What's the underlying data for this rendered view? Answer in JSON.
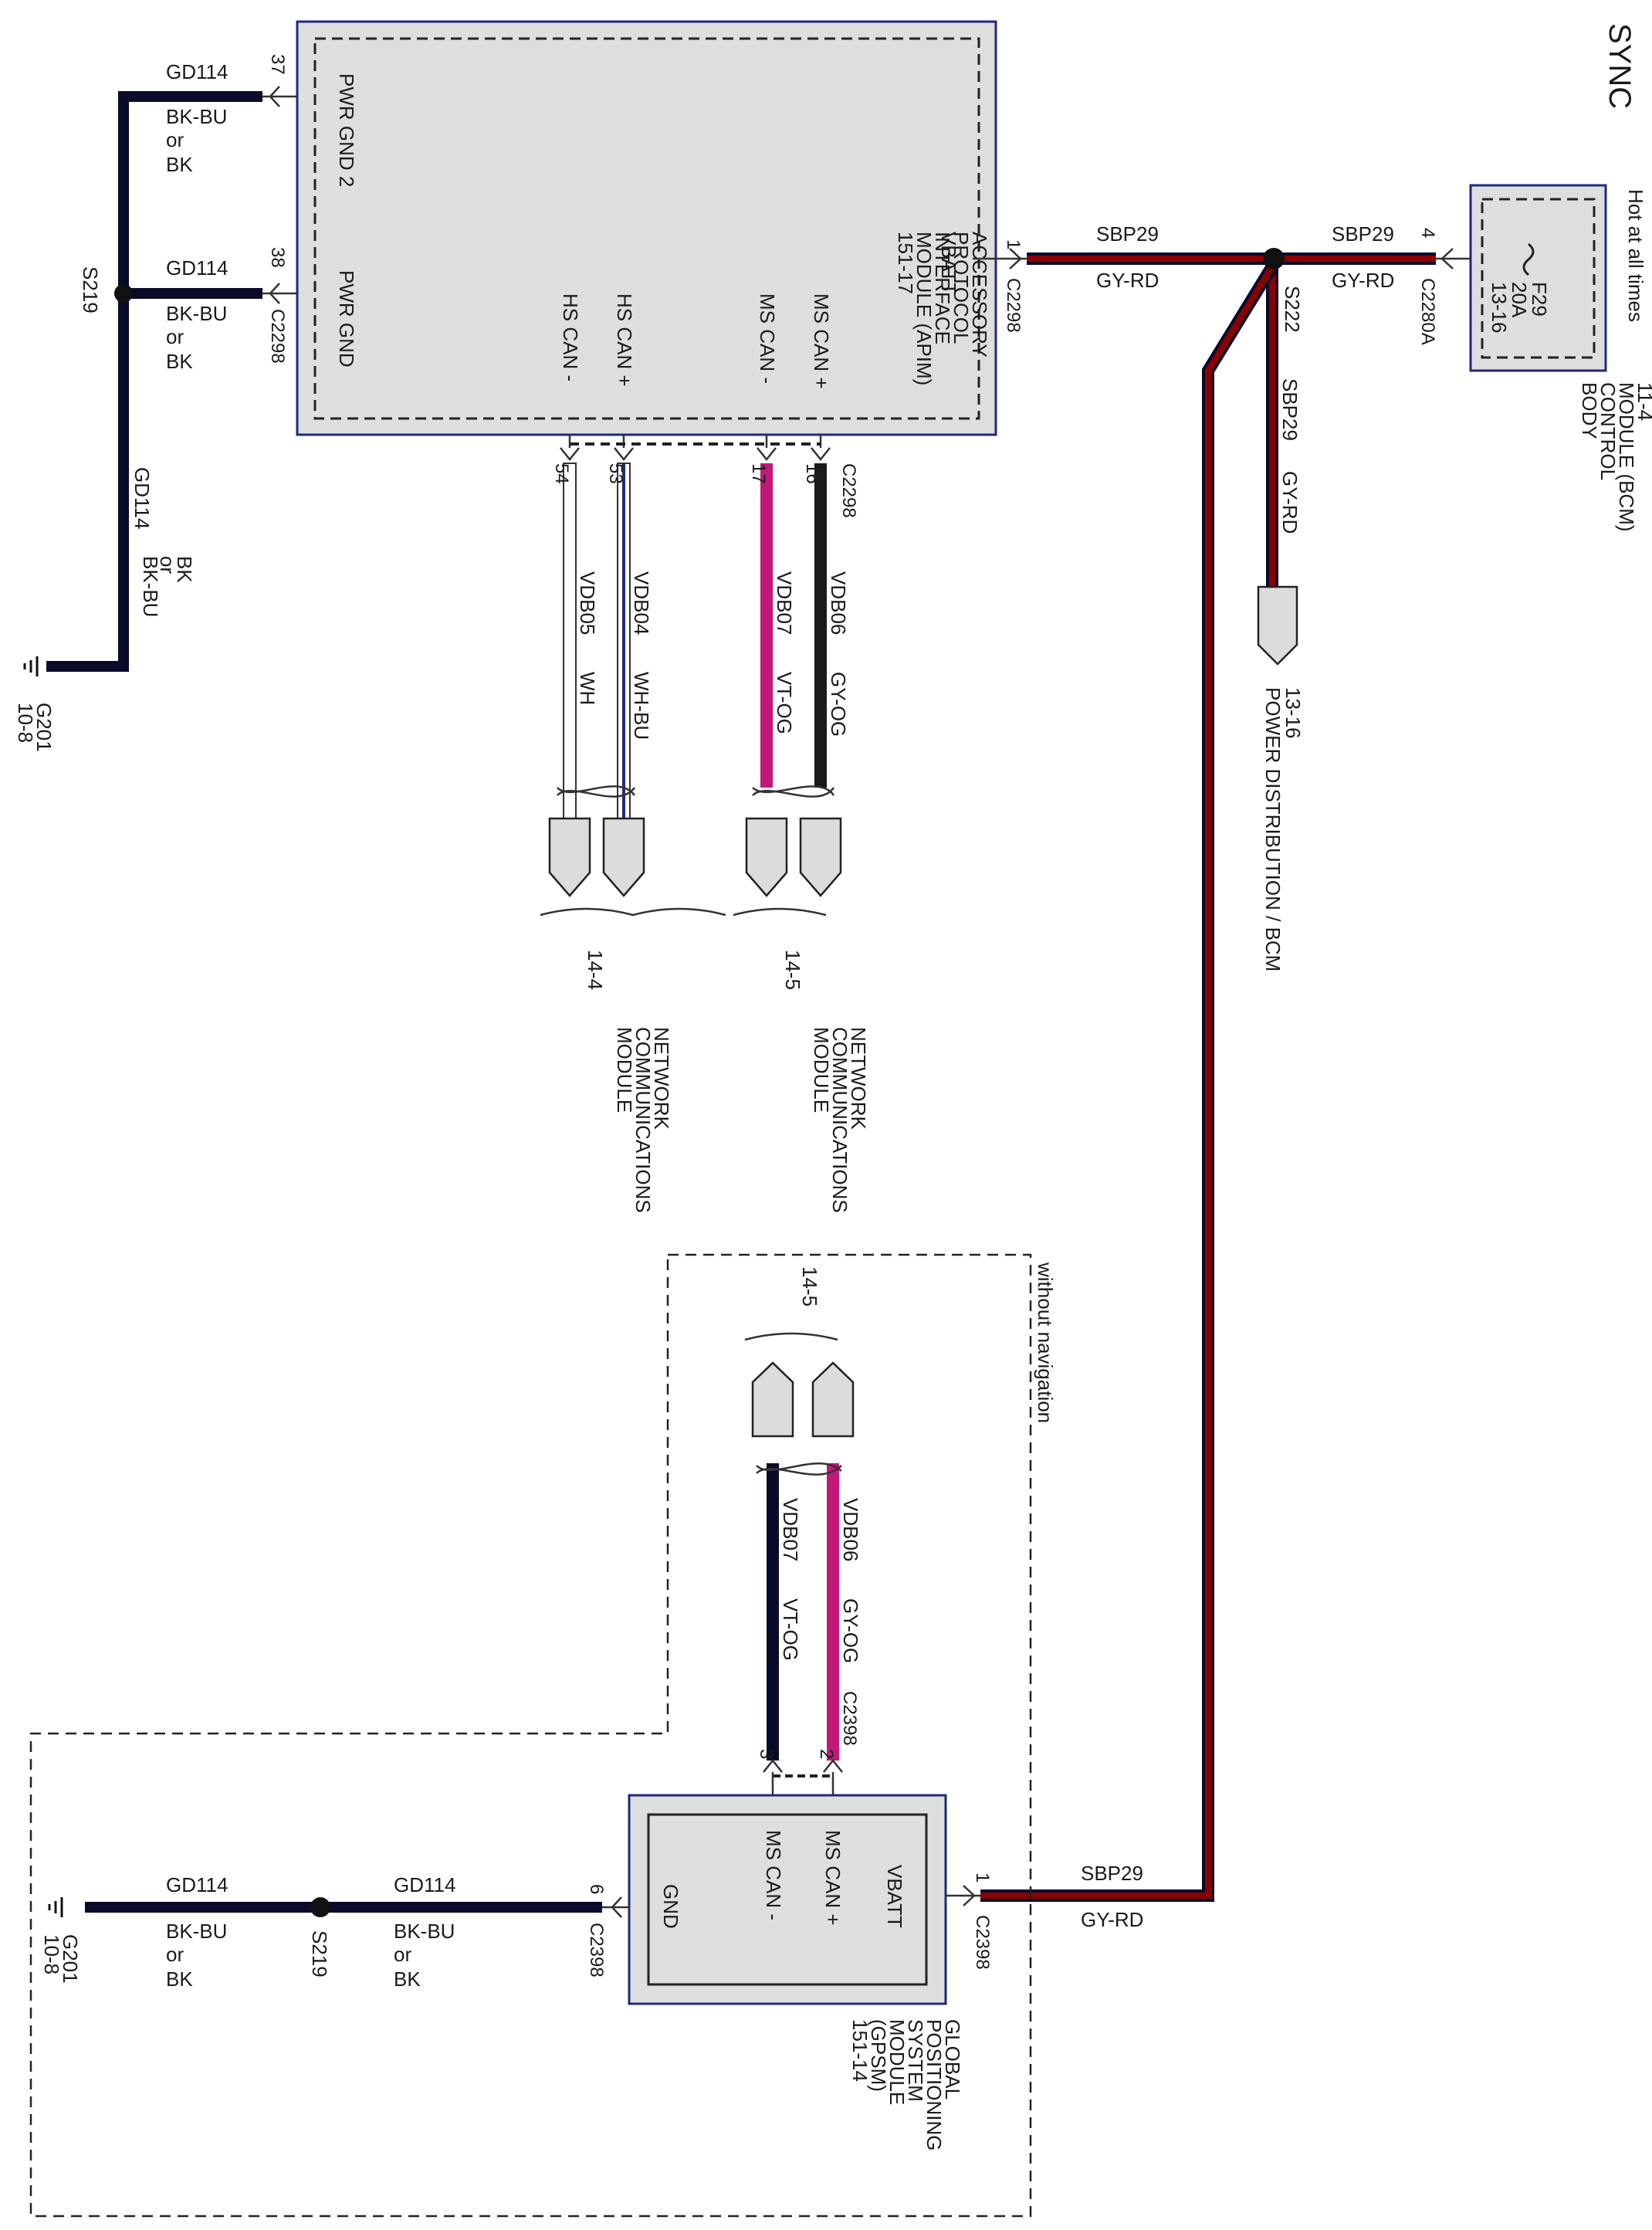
{
  "title": "SYNC",
  "colors": {
    "black_wire": "#0a0a2a",
    "red_wire": "#8b0000",
    "magenta_wire": "#c2187a",
    "blue_wire": "#1f2a7a",
    "module_fill": "#dedede"
  },
  "bcm": {
    "label": "BODY CONTROL MODULE (BCM)",
    "label_lines": [
      "BODY",
      "CONTROL",
      "MODULE (BCM)",
      "11-4"
    ],
    "note": "Hot at all times",
    "fuse": [
      "F29",
      "20A",
      "13-16"
    ],
    "connector": "C2280A",
    "pin": "4"
  },
  "apim": {
    "label_lines": [
      "ACCESSORY",
      "PROTOCOL",
      "INTERFACE",
      "MODULE (APIM)",
      "151-17"
    ],
    "terminals": {
      "pwr_gnd2": "PWR GND 2",
      "pwr_gnd": "PWR GND",
      "vbatt": "VBATT",
      "hs_can_minus": "HS CAN -",
      "hs_can_plus": "HS CAN +",
      "ms_can_minus": "MS CAN -",
      "ms_can_plus": "MS CAN +"
    },
    "connector": "C2298",
    "pins": {
      "pwr_gnd2": "37",
      "pwr_gnd": "38",
      "vbatt": "1",
      "hs_minus": "54",
      "hs_plus": "53",
      "ms_minus": "17",
      "ms_plus": "16"
    }
  },
  "splices": {
    "s222": "S222",
    "s219": "S219"
  },
  "power_dist": {
    "lines": [
      "POWER DISTRIBUTION / BCM",
      "13-16"
    ]
  },
  "wires": {
    "sbp29": "SBP29",
    "gy_rd": "GY-RD",
    "gd114": "GD114",
    "bk_bu": "BK-BU",
    "or": "or",
    "bk": "BK",
    "vdb05": "VDB05",
    "wh": "WH",
    "vdb04": "VDB04",
    "wh_bu": "WH-BU",
    "vdb07": "VDB07",
    "vt_og": "VT-OG",
    "vdb06": "VDB06",
    "gy_og": "GY-OG"
  },
  "ground": {
    "name": "G201",
    "page": "10-8"
  },
  "mcn": {
    "lines": [
      "MODULE",
      "COMMUNICATIONS",
      "NETWORK"
    ],
    "page_hs": "14-4",
    "page_ms": "14-5"
  },
  "gpsm": {
    "label_lines": [
      "GLOBAL",
      "POSITIONING",
      "SYSTEM",
      "MODULE",
      "(GPSM)",
      "151-14"
    ],
    "terminals": {
      "vbatt": "VBATT",
      "ms_can_plus": "MS CAN +",
      "ms_can_minus": "MS CAN -",
      "gnd": "GND"
    },
    "connector": "C2398",
    "pins": {
      "vbatt": "1",
      "ms_plus": "2",
      "ms_minus": "3",
      "gnd": "6"
    }
  },
  "option_note": "without navigation"
}
